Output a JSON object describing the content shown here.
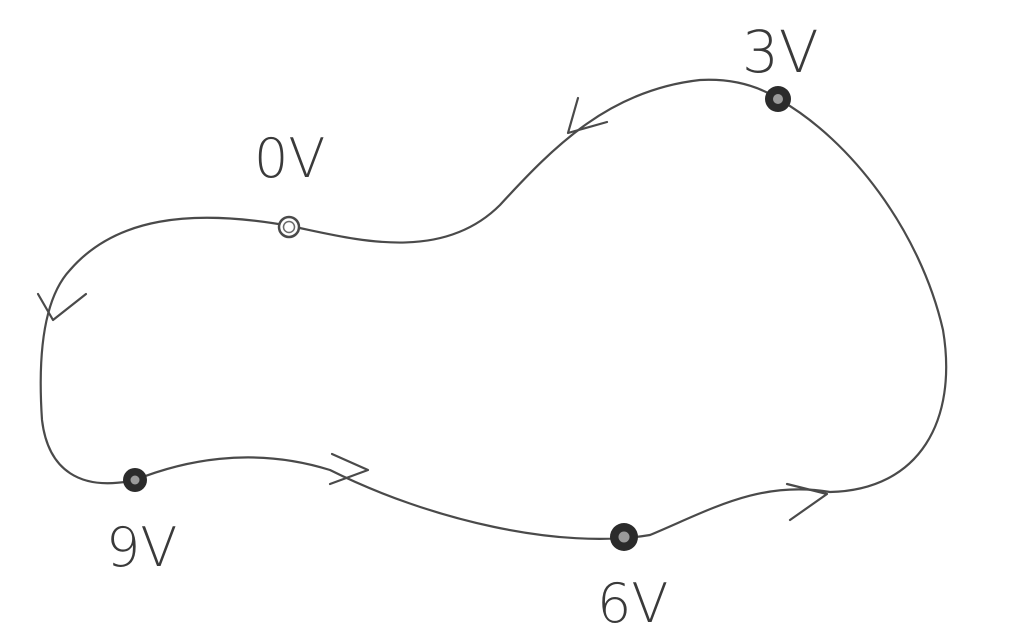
{
  "diagram": {
    "points": [
      {
        "id": "p0",
        "label": "0V",
        "style": "hollow"
      },
      {
        "id": "p3",
        "label": "3V",
        "style": "solid"
      },
      {
        "id": "p6",
        "label": "6V",
        "style": "solid"
      },
      {
        "id": "p9",
        "label": "9V",
        "style": "solid"
      }
    ],
    "colors": {
      "stroke": "#4a4a4a",
      "dot_fill": "#2b2b2b",
      "text": "#3a3a3a",
      "background": "#ffffff"
    }
  }
}
